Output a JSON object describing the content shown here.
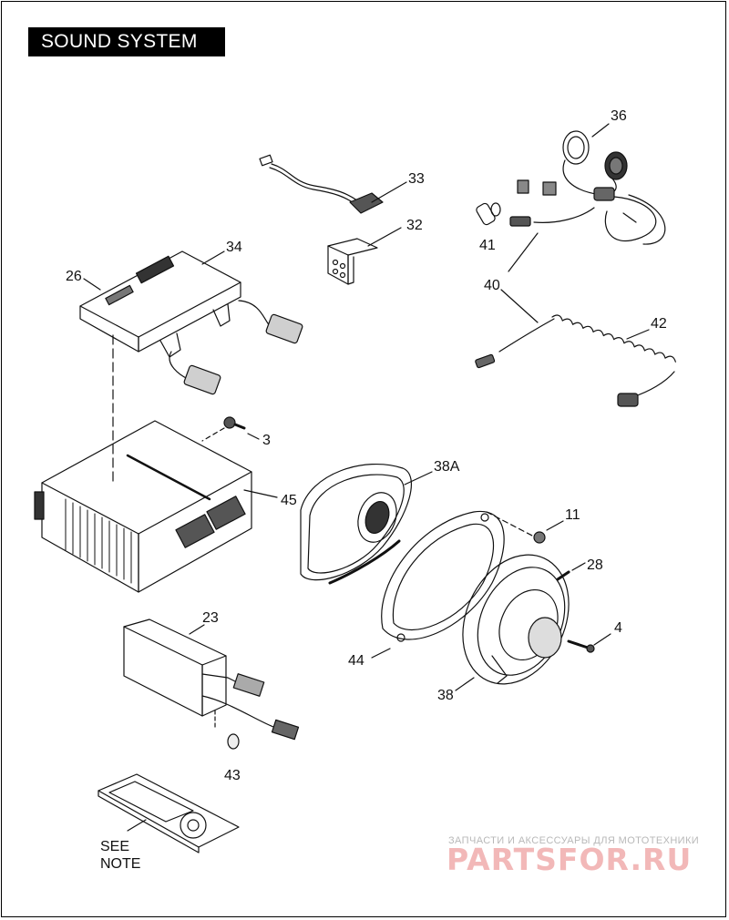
{
  "header": {
    "title": "SOUND SYSTEM"
  },
  "callouts": {
    "c3": "3",
    "c4": "4",
    "c11": "11",
    "c23": "23",
    "c26": "26",
    "c28": "28",
    "c32": "32",
    "c33": "33",
    "c34": "34",
    "c36": "36",
    "c38": "38",
    "c38a": "38A",
    "c40": "40",
    "c41": "41",
    "c42": "42",
    "c43": "43",
    "c44": "44",
    "c45": "45"
  },
  "note": {
    "line1": "SEE",
    "line2": "NOTE"
  },
  "watermark": {
    "caption": "ЗАПЧАСТИ И АКСЕССУАРЫ ДЛЯ МОТОТЕХНИКИ",
    "logo": "PARTSFOR.RU"
  },
  "colors": {
    "line": "#111111",
    "title_bg": "#000000",
    "title_text": "#ffffff",
    "watermark": "#f2b8b8"
  }
}
